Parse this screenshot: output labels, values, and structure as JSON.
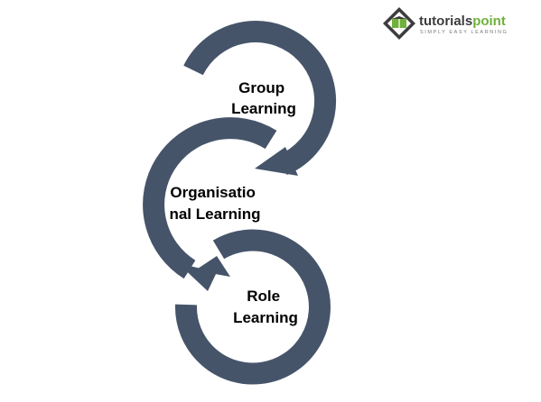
{
  "brand": {
    "name_part1": "tutorials",
    "name_part2": "point",
    "tagline": "SIMPLY EASY LEARNING",
    "colors": {
      "primary": "#3c3c3c",
      "accent": "#6fb13a"
    }
  },
  "diagram": {
    "ring_color": "#46546a",
    "nodes": [
      {
        "id": "group",
        "lines": [
          "Group",
          "Learning"
        ]
      },
      {
        "id": "organisational",
        "lines": [
          "Organisatio",
          "nal Learning"
        ]
      },
      {
        "id": "role",
        "lines": [
          "Role",
          "Learning"
        ]
      }
    ]
  }
}
